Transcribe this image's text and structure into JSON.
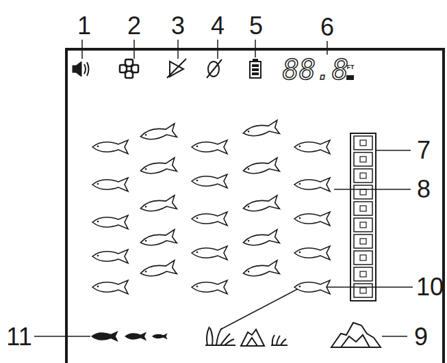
{
  "diagram": {
    "labels": [
      "1",
      "2",
      "3",
      "4",
      "5",
      "88.8",
      "FT",
      "6",
      "7",
      "8",
      "10",
      "11",
      "9"
    ]
  }
}
